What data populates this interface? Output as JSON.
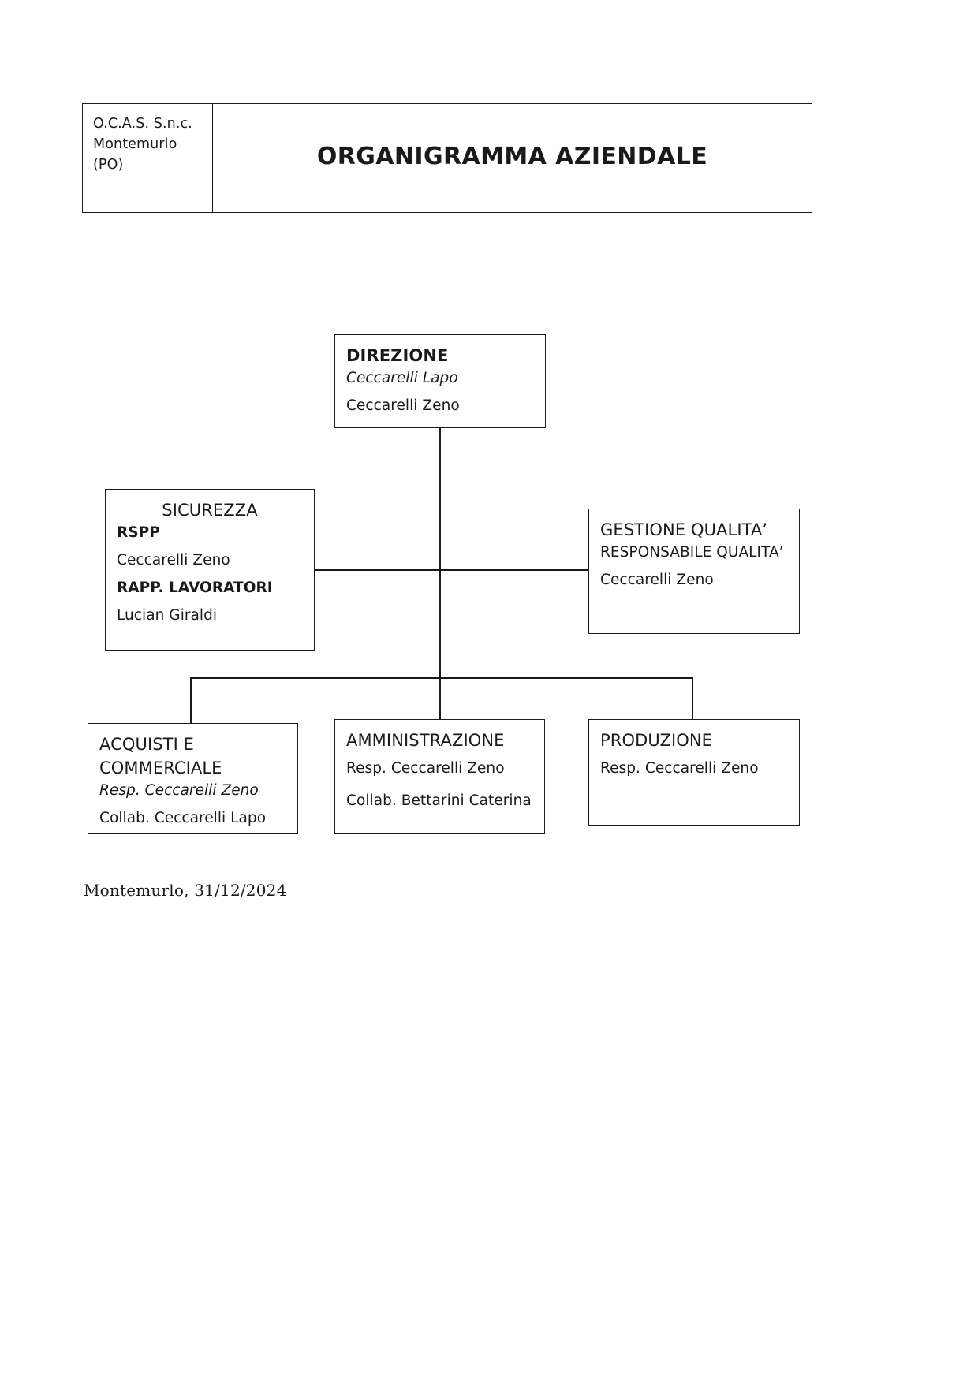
{
  "header": {
    "company_lines": [
      "O.C.A.S. S.n.c.",
      "Montemurlo",
      "(PO)"
    ],
    "title": "ORGANIGRAMMA AZIENDALE"
  },
  "chart": {
    "direzione": {
      "title": "DIREZIONE",
      "person_italic": "Ceccarelli Lapo",
      "person_regular": "Ceccarelli Zeno"
    },
    "sicurezza": {
      "title": "SICUREZZA",
      "role_1": "RSPP",
      "person_1": "Ceccarelli Zeno",
      "role_2": "RAPP. LAVORATORI",
      "person_2": "Lucian Giraldi"
    },
    "qualita": {
      "title": "GESTIONE QUALITA’",
      "role": "RESPONSABILE QUALITA’",
      "person": "Ceccarelli Zeno"
    },
    "acquisti": {
      "title": "ACQUISTI E\nCOMMERCIALE",
      "resp": "Resp. Ceccarelli Zeno",
      "collab": "Collab. Ceccarelli Lapo"
    },
    "amministrazione": {
      "title": "AMMINISTRAZIONE",
      "resp": "Resp. Ceccarelli Zeno",
      "collab": "Collab.  Bettarini Caterina"
    },
    "produzione": {
      "title": "PRODUZIONE",
      "resp": "Resp. Ceccarelli Zeno"
    }
  },
  "footer": {
    "date_line": "Montemurlo, 31/12/2024"
  },
  "colors": {
    "ink": "#1a1a1a",
    "paper": "#ffffff"
  }
}
